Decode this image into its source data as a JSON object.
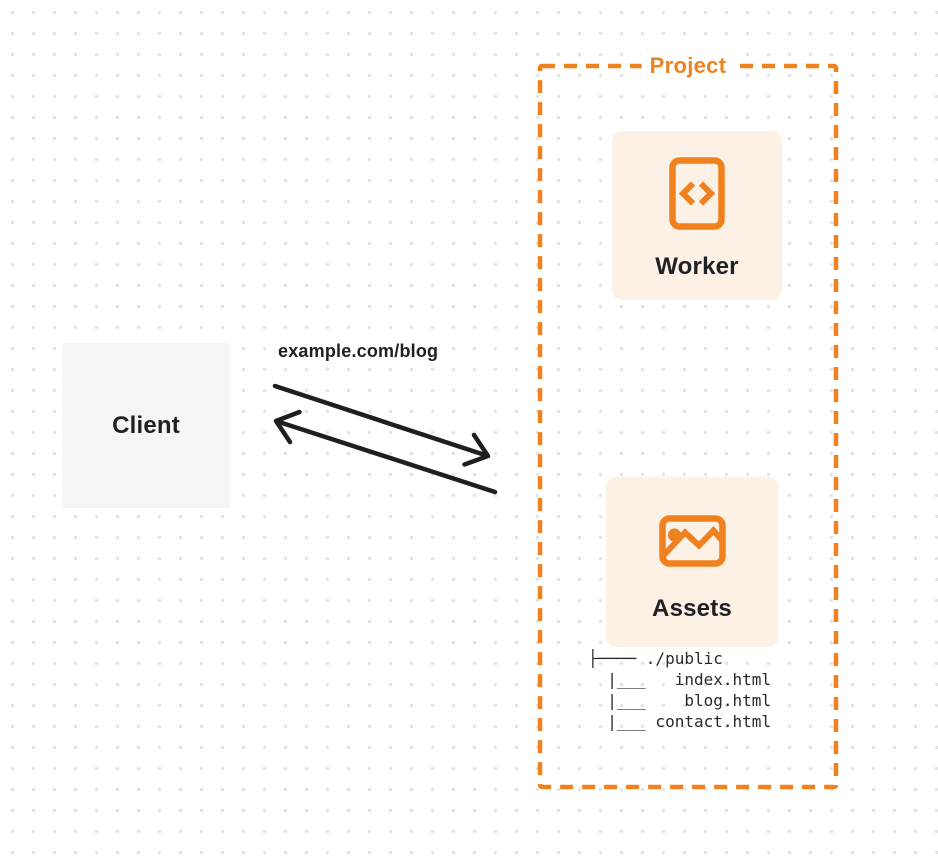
{
  "colors": {
    "accent": "#F0811F",
    "card_bg": "#FDF1E5",
    "client_bg": "#F5F5F6",
    "ink": "#202126",
    "arrow": "#1E1F21",
    "dot": "#E4E4E6"
  },
  "client": {
    "label": "Client"
  },
  "request": {
    "label": "example.com/blog"
  },
  "project": {
    "label": "Project",
    "worker": {
      "label": "Worker",
      "icon": "code-document-icon"
    },
    "assets": {
      "label": "Assets",
      "icon": "image-icon"
    },
    "file_tree": "├──── ./public\n  |___   index.html\n  |___    blog.html\n  |___ contact.html"
  }
}
